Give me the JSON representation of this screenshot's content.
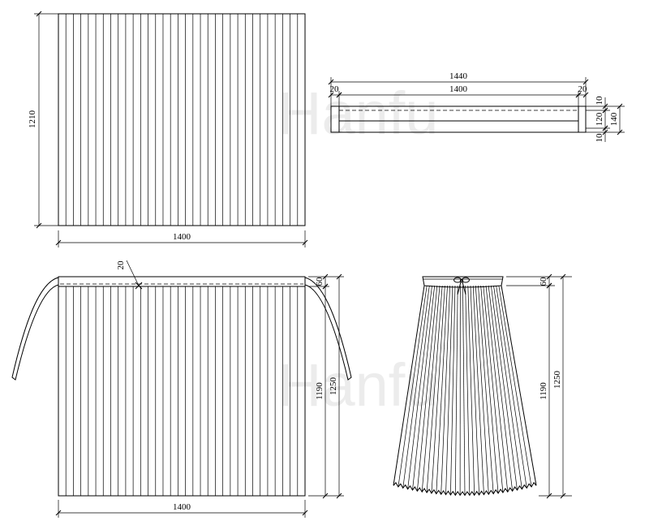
{
  "watermark": "Hanfu",
  "fabric_panel": {
    "height": "1210",
    "width": "1400"
  },
  "waistband": {
    "total_length": "1440",
    "inner_length": "1400",
    "left_allowance": "20",
    "right_allowance": "20",
    "top_allowance": "10",
    "band_height": "120",
    "total_height": "140",
    "bottom_allowance": "10"
  },
  "skirt_flat": {
    "pleat_width": "20",
    "band_height": "60",
    "body_height": "1190",
    "total_height": "1250",
    "width": "1400"
  },
  "skirt_worn": {
    "band_height": "60",
    "body_height": "1190",
    "total_height": "1250"
  },
  "colors": {
    "line": "#000000",
    "watermark": "#ececec",
    "background": "#ffffff"
  }
}
